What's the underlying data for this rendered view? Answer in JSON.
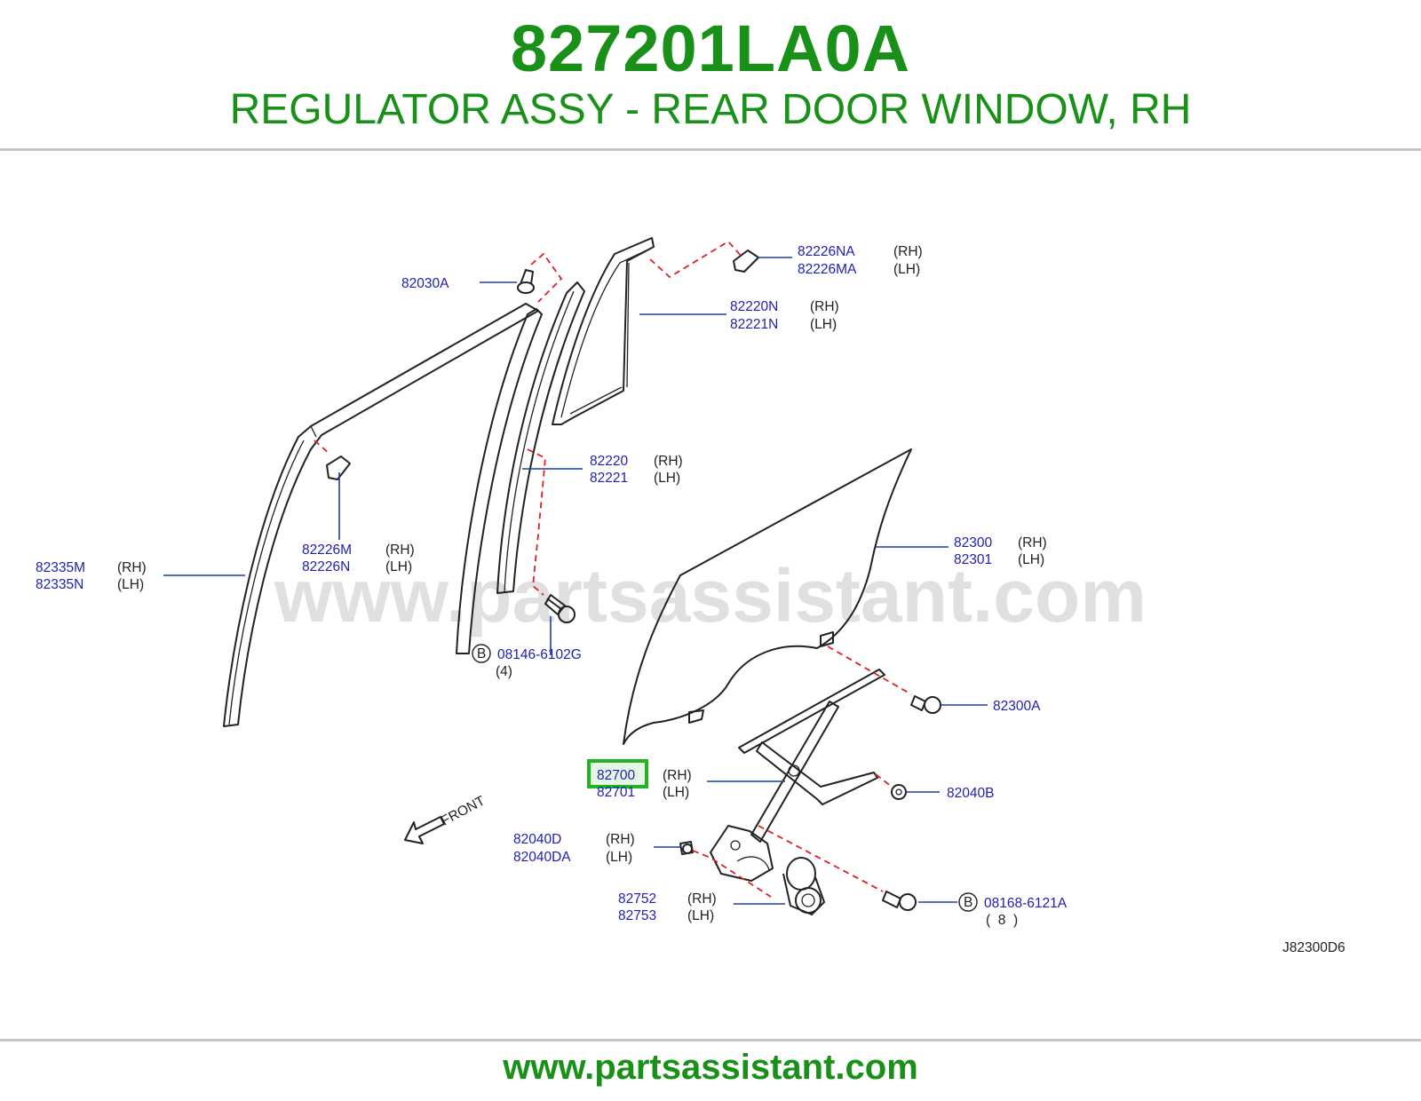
{
  "header": {
    "part_number": "827201LA0A",
    "title": "REGULATOR ASSY - REAR DOOR WINDOW, RH"
  },
  "diagram": {
    "watermark": "www.partsassistant.com",
    "code": "J82300D6",
    "front_label": "FRONT",
    "highlight_color": "#22b322",
    "callouts": [
      {
        "id": "82030A"
      },
      {
        "id": "82226NA",
        "side": "(RH)"
      },
      {
        "id": "82226MA",
        "side": "(LH)"
      },
      {
        "id": "82220N",
        "side": "(RH)"
      },
      {
        "id": "82221N",
        "side": "(LH)"
      },
      {
        "id": "82220",
        "side": "(RH)"
      },
      {
        "id": "82221",
        "side": "(LH)"
      },
      {
        "id": "82226M",
        "side": "(RH)"
      },
      {
        "id": "82226N",
        "side": "(LH)"
      },
      {
        "id": "82335M",
        "side": "(RH)"
      },
      {
        "id": "82335N",
        "side": "(LH)"
      },
      {
        "id": "82300",
        "side": "(RH)"
      },
      {
        "id": "82301",
        "side": "(LH)"
      },
      {
        "id": "08146-6102G",
        "marker": "B",
        "qty": "(4)"
      },
      {
        "id": "82300A"
      },
      {
        "id": "82700",
        "side": "(RH)",
        "highlighted": true
      },
      {
        "id": "82701",
        "side": "(LH)"
      },
      {
        "id": "82040B"
      },
      {
        "id": "82040D",
        "side": "(RH)"
      },
      {
        "id": "82040DA",
        "side": "(LH)"
      },
      {
        "id": "82752",
        "side": "(RH)"
      },
      {
        "id": "82753",
        "side": "(LH)"
      },
      {
        "id": "08168-6121A",
        "marker": "B",
        "qty": "(  8  )"
      }
    ]
  },
  "footer": {
    "url": "www.partsassistant.com"
  }
}
